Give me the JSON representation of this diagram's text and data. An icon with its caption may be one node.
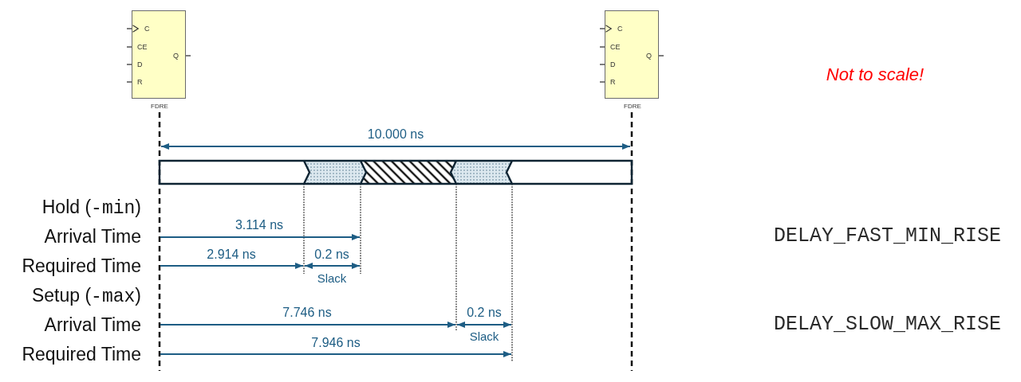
{
  "diagram": {
    "nodes": [
      {
        "text": [
          "C",
          "CE",
          "D",
          "R",
          "Q",
          "FDRE"
        ]
      },
      {
        "text": [
          "C",
          "CE",
          "D",
          "R",
          "Q",
          "FDRE"
        ]
      }
    ],
    "labels": [
      "Not to scale!",
      "10.000 ns",
      "Hold (-min)",
      "3.114 ns",
      "Arrival Time",
      "DELAY_FAST_MIN_RISE",
      "2.914 ns",
      "0.2 ns",
      "Required Time",
      "Slack",
      "Setup (-max)",
      "7.746 ns",
      "0.2 ns",
      "Arrival Time",
      "DELAY_SLOW_MAX_RISE",
      "Slack",
      "7.946 ns",
      "Required Time"
    ]
  }
}
